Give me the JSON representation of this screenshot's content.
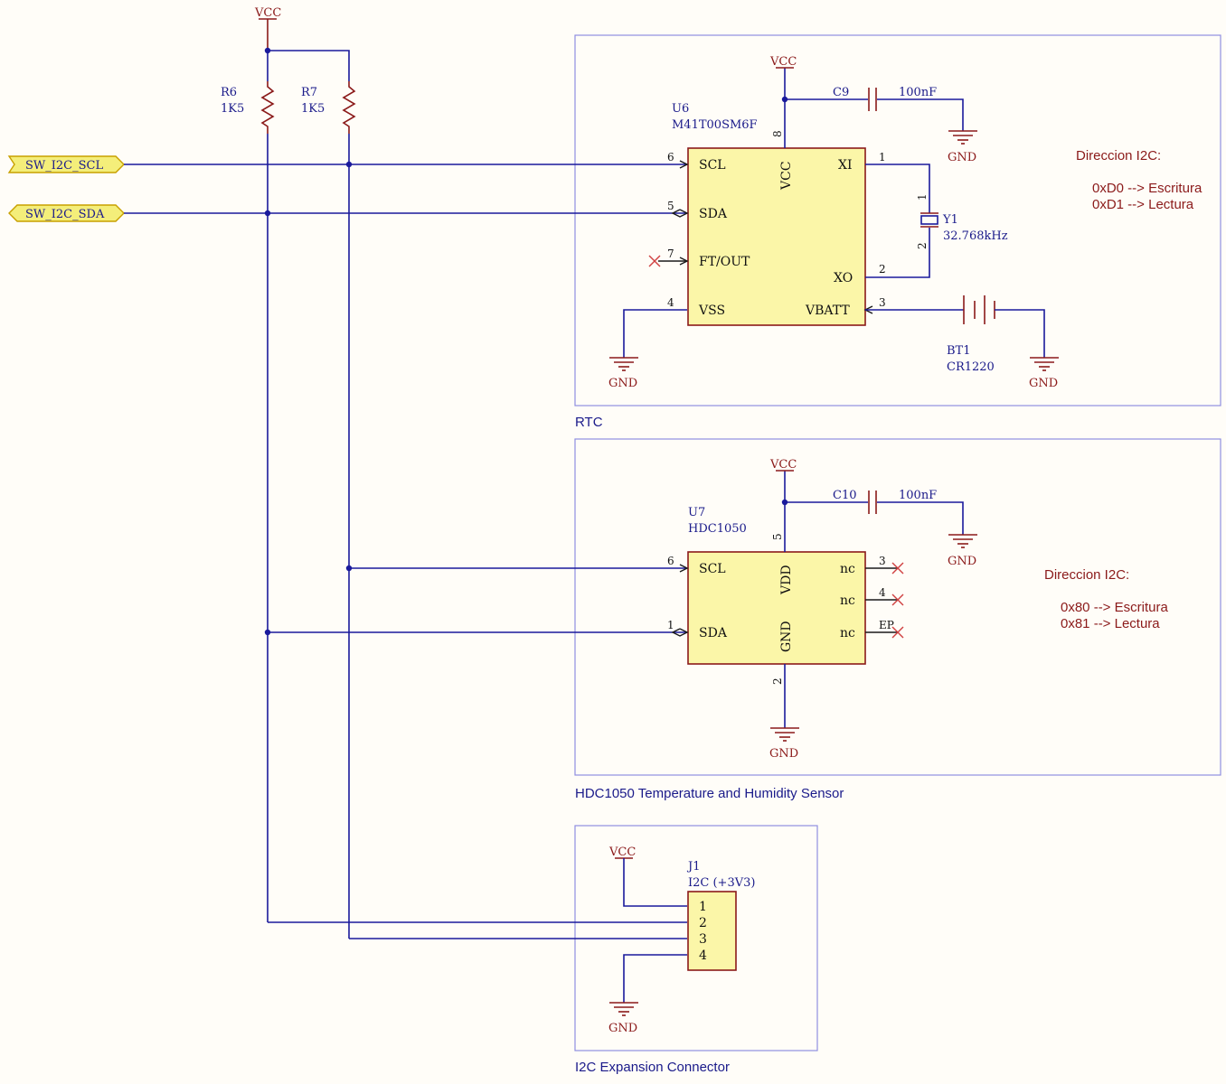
{
  "ports": {
    "scl": "SW_I2C_SCL",
    "sda": "SW_I2C_SDA"
  },
  "power": {
    "vcc": "VCC",
    "gnd": "GND"
  },
  "resistors": {
    "r6": {
      "ref": "R6",
      "value": "1K5"
    },
    "r7": {
      "ref": "R7",
      "value": "1K5"
    }
  },
  "rtc": {
    "frame_label": "RTC",
    "ic_ref": "U6",
    "ic_part": "M41T00SM6F",
    "pins": {
      "scl": "SCL",
      "sda": "SDA",
      "ftout": "FT/OUT",
      "vss": "VSS",
      "vcc": "VCC",
      "xi": "XI",
      "xo": "XO",
      "vbatt": "VBATT"
    },
    "pin_numbers": {
      "scl": "6",
      "sda": "5",
      "ftout": "7",
      "vss": "4",
      "vcc": "8",
      "xi": "1",
      "xo": "2",
      "vbatt": "3"
    },
    "cap_ref": "C9",
    "cap_value": "100nF",
    "crystal_ref": "Y1",
    "crystal_value": "32.768kHz",
    "crystal_pin1": "1",
    "crystal_pin2": "2",
    "battery_ref": "BT1",
    "battery_value": "CR1220",
    "note_title": "Direccion I2C:",
    "note_line1": "0xD0 --> Escritura",
    "note_line2": "0xD1 --> Lectura"
  },
  "hdc": {
    "frame_label": "HDC1050 Temperature and Humidity Sensor",
    "ic_ref": "U7",
    "ic_part": "HDC1050",
    "pins": {
      "scl": "SCL",
      "sda": "SDA",
      "vdd": "VDD",
      "gnd": "GND",
      "nc1": "nc",
      "nc2": "nc",
      "nc3": "nc"
    },
    "pin_numbers": {
      "scl": "6",
      "sda": "1",
      "vdd": "5",
      "gnd": "2",
      "nc1": "3",
      "nc2": "4",
      "nc3": "EP"
    },
    "cap_ref": "C10",
    "cap_value": "100nF",
    "note_title": "Direccion I2C:",
    "note_line1": "0x80 --> Escritura",
    "note_line2": "0x81 --> Lectura"
  },
  "connector": {
    "frame_label": "I2C Expansion Connector",
    "ref": "J1",
    "value": "I2C (+3V3)",
    "pins": [
      "1",
      "2",
      "3",
      "4"
    ]
  }
}
